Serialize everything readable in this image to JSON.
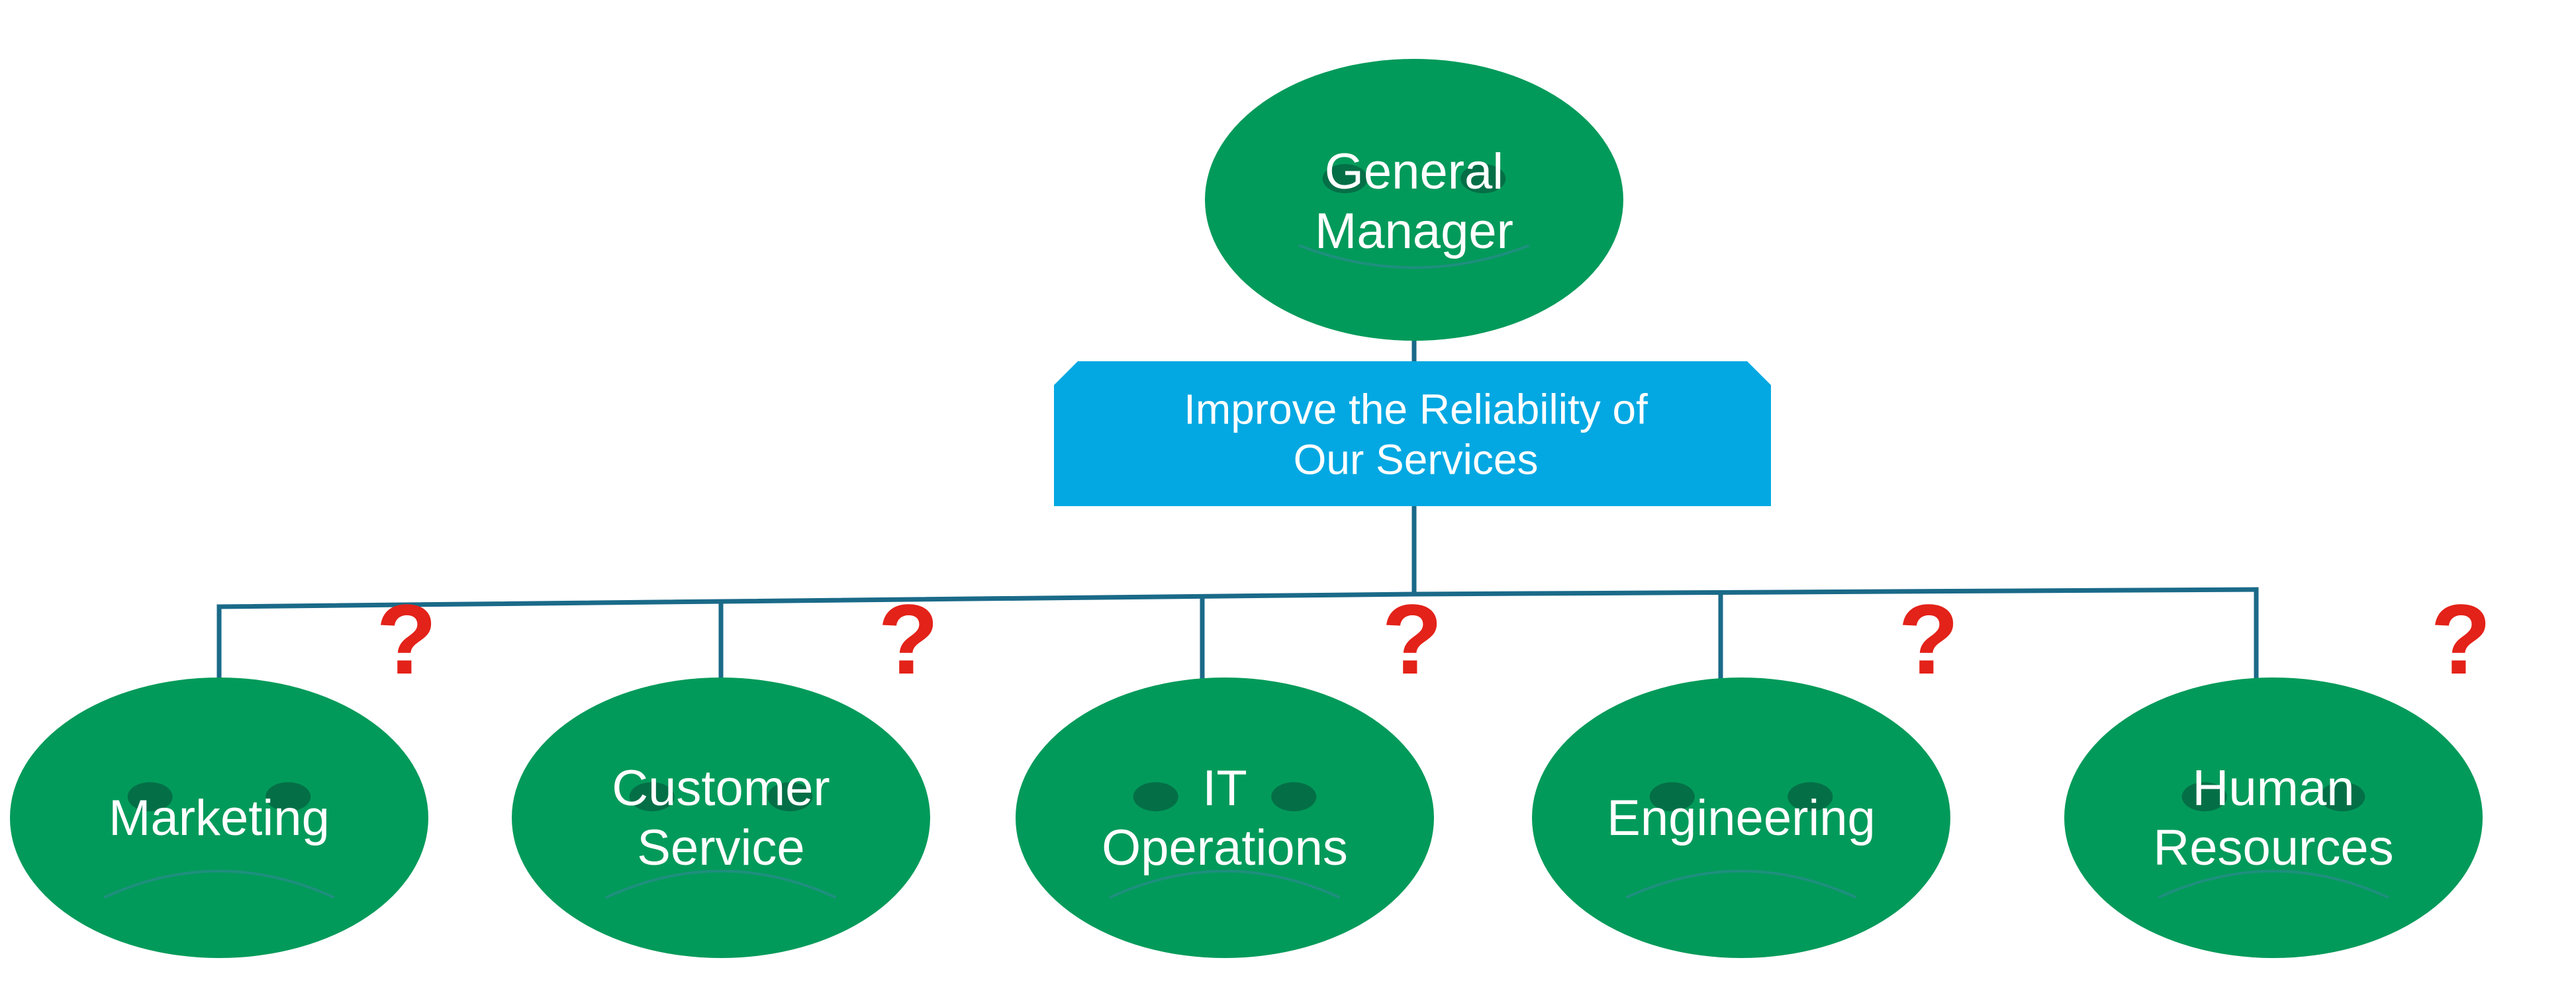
{
  "colors": {
    "node_fill": "#029A5A",
    "eye_fill": "#046F47",
    "mouth_stroke": "#1E8F7E",
    "connector": "#1A6A88",
    "goal_fill": "#03A8E2",
    "question_mark": "#E32219",
    "label_text": "#FFFFFF"
  },
  "manager": {
    "label_lines": [
      "General",
      "Manager"
    ],
    "expression": "smile"
  },
  "goal": {
    "label_lines": [
      "Improve the Reliability of",
      "Our Services"
    ]
  },
  "departments": [
    {
      "id": "marketing",
      "label_lines": [
        "Marketing"
      ],
      "expression": "frown",
      "question": "?"
    },
    {
      "id": "customer-service",
      "label_lines": [
        "Customer",
        "Service"
      ],
      "expression": "frown",
      "question": "?"
    },
    {
      "id": "it-operations",
      "label_lines": [
        "IT",
        "Operations"
      ],
      "expression": "frown",
      "question": "?"
    },
    {
      "id": "engineering",
      "label_lines": [
        "Engineering"
      ],
      "expression": "frown",
      "question": "?"
    },
    {
      "id": "human-resources",
      "label_lines": [
        "Human",
        "Resources"
      ],
      "expression": "frown",
      "question": "?"
    }
  ]
}
